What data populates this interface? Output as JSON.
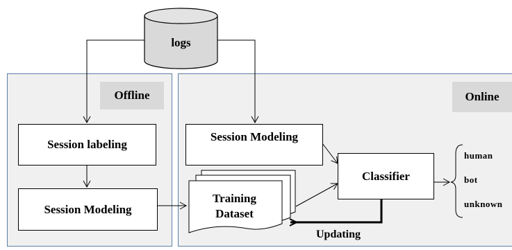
{
  "database": {
    "label": "logs"
  },
  "offline": {
    "tag": "Offline",
    "session_labeling": "Session labeling",
    "session_modeling": "Session Modeling"
  },
  "online": {
    "tag": "Online",
    "session_modeling": "Session Modeling",
    "training_dataset": "Training\nDataset",
    "classifier": "Classifier",
    "updating": "Updating",
    "outputs": [
      "human",
      "bot",
      "unknown"
    ]
  }
}
